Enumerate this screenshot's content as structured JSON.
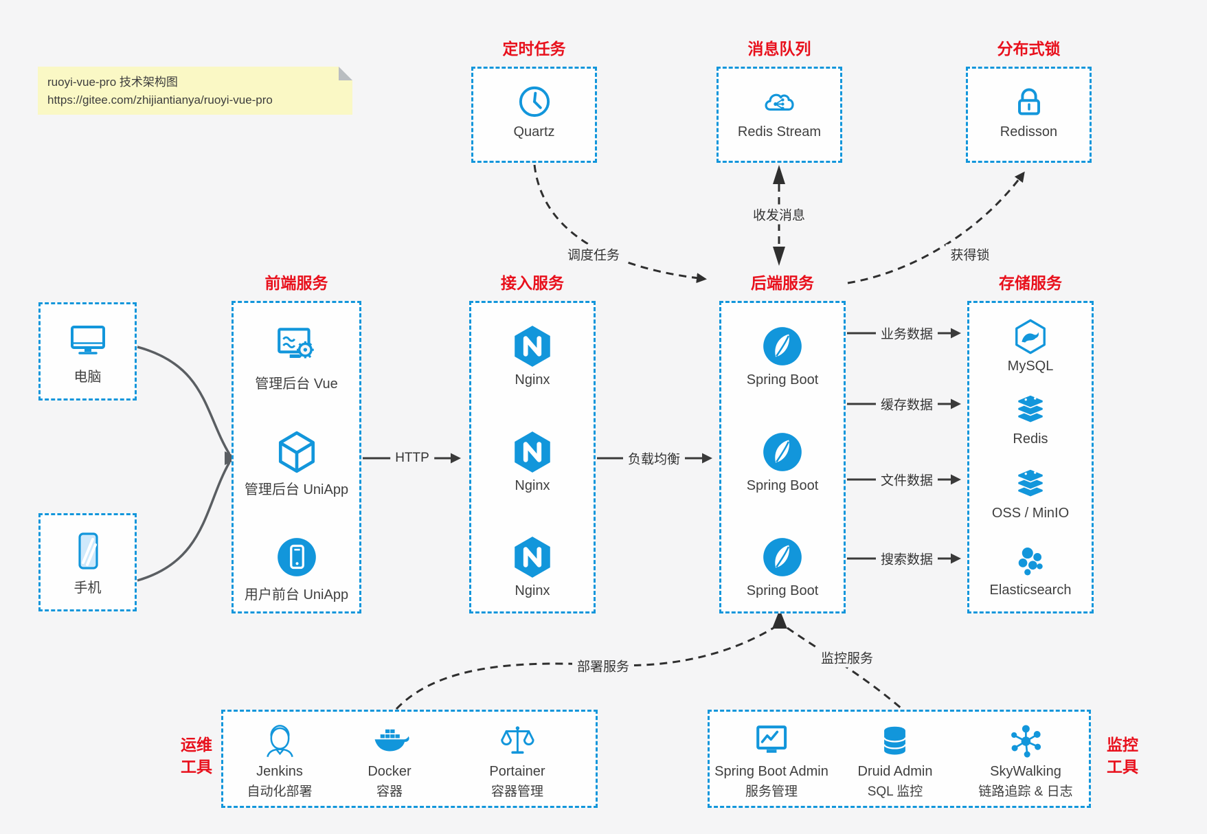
{
  "page": {
    "bg_color": "#f5f5f6",
    "accent_blue": "#1296db",
    "accent_red": "#e8101c",
    "note_bg": "#faf8c5"
  },
  "note": {
    "line1": "ruoyi-vue-pro 技术架构图",
    "line2": "https://gitee.com/zhijiantianya/ruoyi-vue-pro"
  },
  "top_groups": [
    {
      "title": "定时任务",
      "label": "Quartz",
      "icon": "clock-icon"
    },
    {
      "title": "消息队列",
      "label": "Redis Stream",
      "icon": "cloud-mq-icon"
    },
    {
      "title": "分布式锁",
      "label": "Redisson",
      "icon": "lock-icon"
    }
  ],
  "clients": [
    {
      "label": "电脑",
      "icon": "desktop-icon"
    },
    {
      "label": "手机",
      "icon": "phone-icon"
    }
  ],
  "columns": [
    {
      "title": "前端服务",
      "items": [
        {
          "label": "管理后台 Vue"
        },
        {
          "label": "管理后台 UniApp"
        },
        {
          "label": "用户前台 UniApp"
        }
      ]
    },
    {
      "title": "接入服务",
      "items": [
        {
          "label": "Nginx"
        },
        {
          "label": "Nginx"
        },
        {
          "label": "Nginx"
        }
      ]
    },
    {
      "title": "后端服务",
      "items": [
        {
          "label": "Spring Boot"
        },
        {
          "label": "Spring Boot"
        },
        {
          "label": "Spring Boot"
        }
      ]
    },
    {
      "title": "存储服务",
      "items": [
        {
          "label": "MySQL"
        },
        {
          "label": "Redis"
        },
        {
          "label": "OSS / MinIO"
        },
        {
          "label": "Elasticsearch"
        }
      ]
    }
  ],
  "edge_labels": {
    "http": "HTTP",
    "load_balance": "负载均衡",
    "schedule": "调度任务",
    "mq": "收发消息",
    "lock": "获得锁",
    "biz": "业务数据",
    "cache": "缓存数据",
    "file": "文件数据",
    "search": "搜索数据",
    "deploy": "部署服务",
    "monitor": "监控服务"
  },
  "bottom_groups": [
    {
      "title_line1": "运维",
      "title_line2": "工具",
      "items": [
        {
          "label": "Jenkins",
          "sub": "自动化部署",
          "icon": "jenkins-icon"
        },
        {
          "label": "Docker",
          "sub": "容器",
          "icon": "docker-icon"
        },
        {
          "label": "Portainer",
          "sub": "容器管理",
          "icon": "portainer-icon"
        }
      ]
    },
    {
      "title_line1": "监控",
      "title_line2": "工具",
      "items": [
        {
          "label": "Spring Boot Admin",
          "sub": "服务管理",
          "icon": "monitor-chart-icon"
        },
        {
          "label": "Druid Admin",
          "sub": "SQL 监控",
          "icon": "database-icon"
        },
        {
          "label": "SkyWalking",
          "sub": "链路追踪 & 日志",
          "icon": "topology-icon"
        }
      ]
    }
  ]
}
